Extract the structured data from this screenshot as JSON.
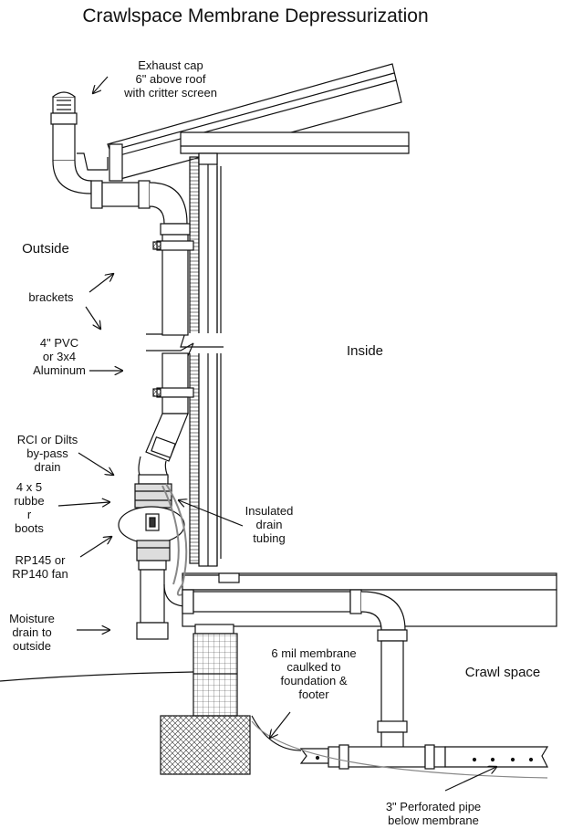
{
  "title": "Crawlspace Membrane Depressurization",
  "labels": {
    "exhaust_cap": "Exhaust cap\n6\" above roof\nwith critter screen",
    "outside": "Outside",
    "inside": "Inside",
    "brackets": "brackets",
    "pipe_material": "4\" PVC\nor 3x4\nAluminum",
    "bypass_drain": "RCI or Dilts\nby-pass\ndrain",
    "rubber_boots": "4 x 5\nrubbe\nr\nboots",
    "insulated_tubing": "Insulated\ndrain\ntubing",
    "fan": "RP145 or\nRP140 fan",
    "moisture_drain": "Moisture\ndrain to\noutside",
    "membrane": "6 mil membrane\ncaulked to\nfoundation &\nfooter",
    "crawl_space": "Crawl space",
    "perforated_pipe": "3\" Perforated pipe\nbelow membrane"
  }
}
